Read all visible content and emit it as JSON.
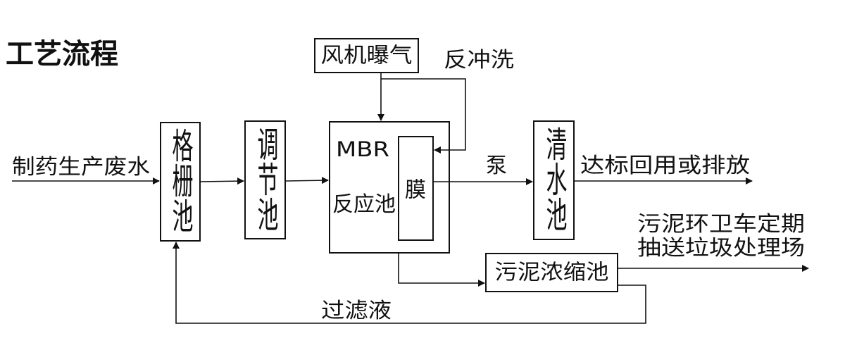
{
  "title": "工艺流程",
  "nodes": {
    "grille": "格栅池",
    "regulation": "调节池",
    "mbr_reactor": {
      "name": "MBR",
      "sub": "反应池"
    },
    "membrane": "膜",
    "clear_water": "清水池",
    "aeration": "风机曝气",
    "sludge_thickener": "污泥浓缩池"
  },
  "labels": {
    "influent": "制药生产废水",
    "backwash": "反冲洗",
    "pump": "泵",
    "discharge": "达标回用或排放",
    "sludge_line1": "污泥环卫车定期",
    "sludge_line2": "抽送垃圾处理场",
    "filtrate": "过滤液"
  }
}
